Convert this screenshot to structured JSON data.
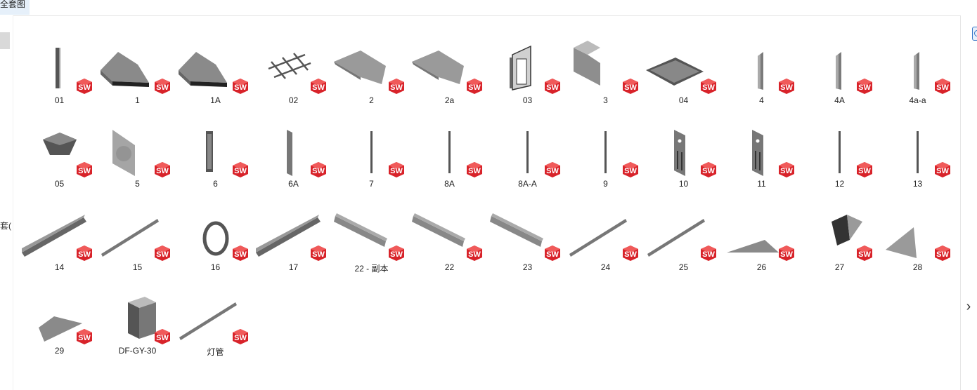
{
  "header": {
    "tab_label": "全套图"
  },
  "left_rail": {
    "partial_text": "套("
  },
  "right_bar": {
    "next_icon": "chevron-right-icon",
    "top_icon": "preview-pane-icon"
  },
  "badge": {
    "text": "SW",
    "color": "#d8232a"
  },
  "files": [
    {
      "label": "01",
      "shape": "vbar"
    },
    {
      "label": "1",
      "shape": "tray"
    },
    {
      "label": "1A",
      "shape": "tray"
    },
    {
      "label": "02",
      "shape": "frame"
    },
    {
      "label": "2",
      "shape": "panel"
    },
    {
      "label": "2a",
      "shape": "panel"
    },
    {
      "label": "03",
      "shape": "box"
    },
    {
      "label": "3",
      "shape": "bracket"
    },
    {
      "label": "04",
      "shape": "grille"
    },
    {
      "label": "4",
      "shape": "fin"
    },
    {
      "label": "4A",
      "shape": "fin"
    },
    {
      "label": "4a-a",
      "shape": "fin"
    },
    {
      "label": "05",
      "shape": "pentagon"
    },
    {
      "label": "5",
      "shape": "perforated"
    },
    {
      "label": "6",
      "shape": "channel"
    },
    {
      "label": "6A",
      "shape": "plate"
    },
    {
      "label": "7",
      "shape": "thin"
    },
    {
      "label": "8A",
      "shape": "thin"
    },
    {
      "label": "8A-A",
      "shape": "thin"
    },
    {
      "label": "9",
      "shape": "thin"
    },
    {
      "label": "10",
      "shape": "slotplate"
    },
    {
      "label": "11",
      "shape": "slotplate"
    },
    {
      "label": "12",
      "shape": "thin"
    },
    {
      "label": "13",
      "shape": "thin"
    },
    {
      "label": "14",
      "shape": "rail"
    },
    {
      "label": "15",
      "shape": "rod"
    },
    {
      "label": "16",
      "shape": "ring"
    },
    {
      "label": "17",
      "shape": "rail"
    },
    {
      "label": "22 - 副本",
      "shape": "perfrail"
    },
    {
      "label": "22",
      "shape": "perfrail"
    },
    {
      "label": "23",
      "shape": "perfrail"
    },
    {
      "label": "24",
      "shape": "rod"
    },
    {
      "label": "25",
      "shape": "rod"
    },
    {
      "label": "26",
      "shape": "triangle"
    },
    {
      "label": "27",
      "shape": "corner"
    },
    {
      "label": "28",
      "shape": "wedge"
    },
    {
      "label": "29",
      "shape": "quad"
    },
    {
      "label": "DF-GY-30",
      "shape": "unit"
    },
    {
      "label": "灯管",
      "shape": "rod"
    }
  ]
}
